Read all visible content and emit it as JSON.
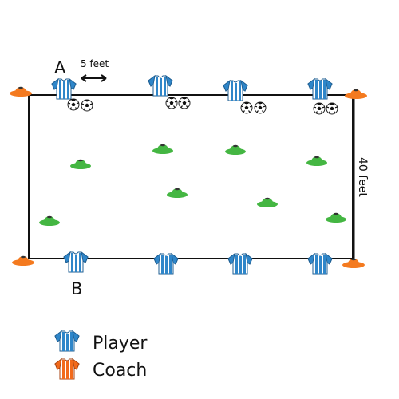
{
  "labels": {
    "group_a": "A",
    "group_b": "B",
    "spacing": "5 feet",
    "width": "40 feet"
  },
  "legend": [
    {
      "label": "Player",
      "icon": "player-jersey-icon",
      "color": "#2f86c9"
    },
    {
      "label": "Coach",
      "icon": "coach-jersey-icon",
      "color": "#f26a1b"
    }
  ],
  "colors": {
    "player_blue": "#2f86c9",
    "coach_orange": "#f26a1b",
    "cone_orange": "#f47a1f",
    "cone_green": "#44b642",
    "field_line": "#111111"
  }
}
